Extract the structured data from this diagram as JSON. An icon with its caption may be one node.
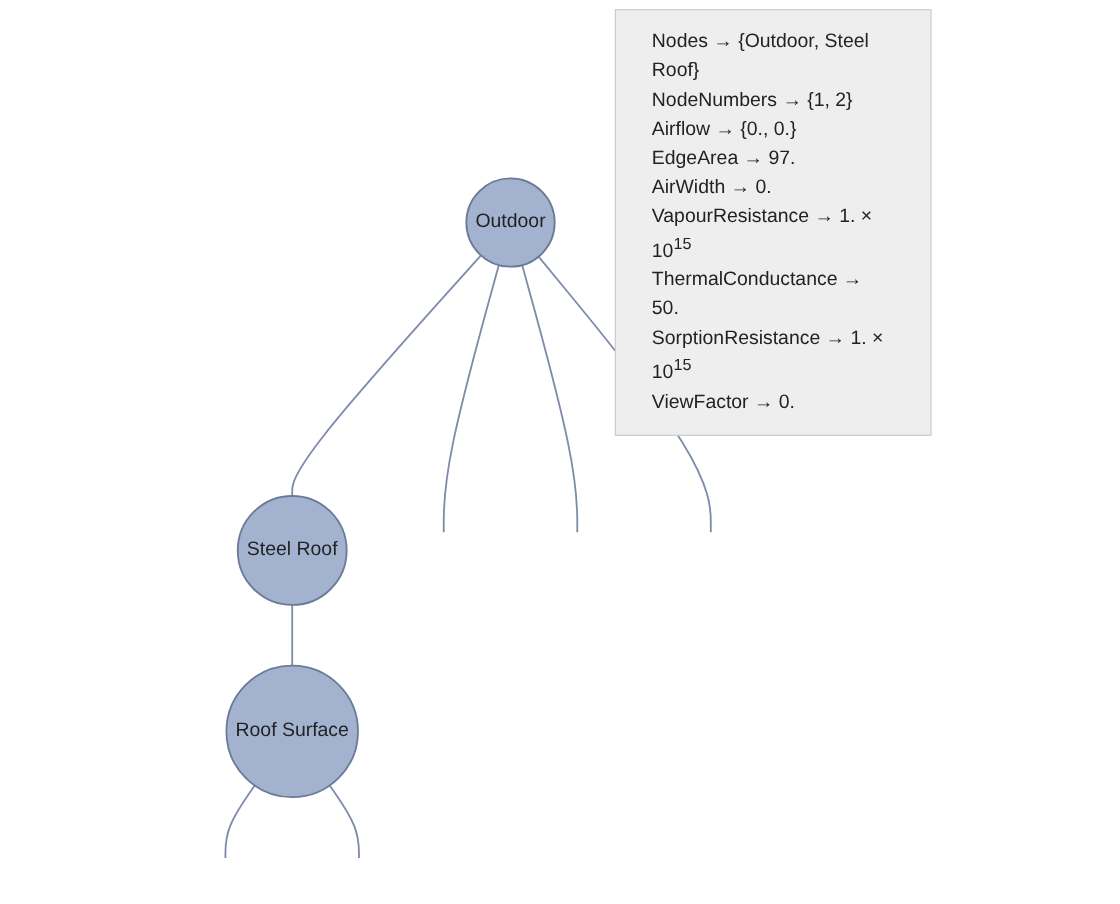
{
  "diagram": {
    "nodes": [
      {
        "text": [
          "Outdoor"
        ]
      },
      {
        "text": [
          "Steel Roof"
        ]
      },
      {
        "text": [
          "Roof Surface"
        ]
      },
      {
        "text": [
          "Nodes → {Outdoor, Steel Roof}",
          "NodeNumbers → {1, 2}",
          "Airflow → {0., 0.}",
          "EdgeArea → 97.",
          "AirWidth → 0.",
          "VapourResistance → 1. × 10$^{15}$",
          "ThermalConductance → 50.",
          "SorptionResistance → 1. × 10$^{15}$",
          "ViewFactor → 0."
        ]
      }
    ],
    "edges": [
      {
        "from": 0,
        "to": 1,
        "arrow": "none"
      },
      {
        "from": 0,
        "to": null,
        "arrow": "none"
      },
      {
        "from": 0,
        "to": null,
        "arrow": "none"
      },
      {
        "from": 0,
        "to": null,
        "arrow": "none"
      },
      {
        "from": 1,
        "to": 2,
        "arrow": "none"
      },
      {
        "from": 2,
        "to": null,
        "arrow": "none"
      },
      {
        "from": 2,
        "to": null,
        "arrow": "none"
      }
    ]
  }
}
